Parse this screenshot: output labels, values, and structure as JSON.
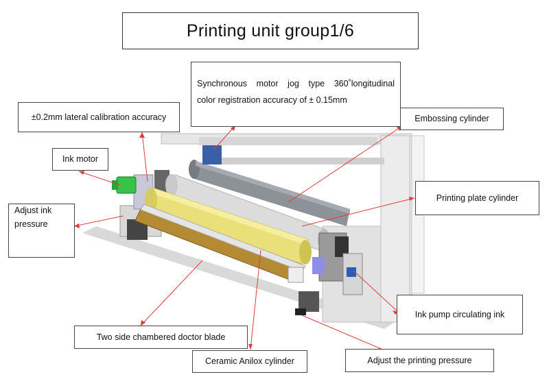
{
  "title": "Printing unit group1/6",
  "labels": {
    "lateral_accuracy": "±0.2mm lateral calibration accuracy",
    "sync_motor_line1": "Synchronous motor jog type 360˚longitudinal",
    "sync_motor_line2": "color registration accuracy of ± 0.15mm",
    "embossing_cylinder": "Embossing cylinder",
    "ink_motor": "Ink motor",
    "printing_plate_cylinder": "Printing plate cylinder",
    "adjust_ink_pressure_line1": "Adjust ink",
    "adjust_ink_pressure_line2": "pressure",
    "ink_pump": "Ink pump circulating ink",
    "doctor_blade": "Two side chambered doctor blade",
    "anilox_cylinder": "Ceramic Anilox cylinder",
    "printing_pressure": "Adjust the printing pressure"
  },
  "colors": {
    "leader_line": "#e23b3b",
    "embossing_roll": "#8d9198",
    "plate_roll": "#dcdcdc",
    "anilox_roll": "#e9e07a",
    "doctor_blade": "#b58a34",
    "ink_motor": "#39c24a",
    "frame": "#e4e4e4"
  }
}
